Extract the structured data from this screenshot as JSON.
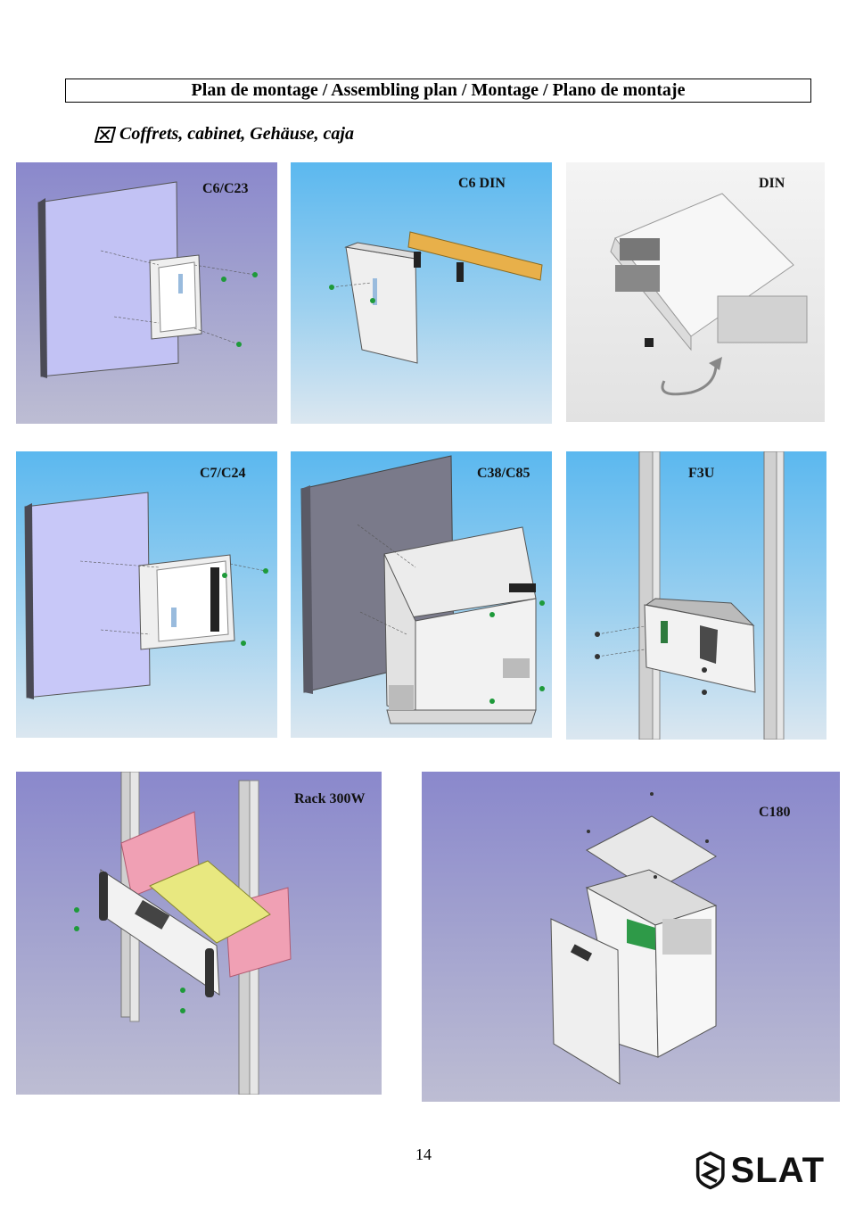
{
  "header": {
    "title": "Plan de montage / Assembling plan / Montage / Plano de montaje",
    "subtitle": "Coffrets, cabinet, Gehäuse, caja"
  },
  "panels": [
    {
      "label": "C6/C23",
      "icon": "wall-mount-cabinet-illustration"
    },
    {
      "label": "C6 DIN",
      "icon": "din-rail-cabinet-illustration"
    },
    {
      "label": "DIN",
      "icon": "din-module-illustration"
    },
    {
      "label": "C7/C24",
      "icon": "wall-mount-cabinet-illustration"
    },
    {
      "label": "C38/C85",
      "icon": "wall-mount-large-cabinet-illustration"
    },
    {
      "label": "F3U",
      "icon": "rack-unit-illustration"
    },
    {
      "label": "Rack 300W",
      "icon": "rack-300w-illustration"
    },
    {
      "label": "C180",
      "icon": "floor-cabinet-illustration"
    }
  ],
  "footer": {
    "page_number": "14",
    "logo_text": "SLAT"
  },
  "colors": {
    "purple_bg": "#8a88cc",
    "blue_bg": "#5bb8ef",
    "wall_lavender": "#c0c0f5",
    "wall_dark": "#7a7a8a",
    "screw_green": "#1e9a3a",
    "rail_orange": "#e8b04a",
    "rack_pink": "#f0a0b4",
    "rack_yellow": "#e8e880"
  }
}
